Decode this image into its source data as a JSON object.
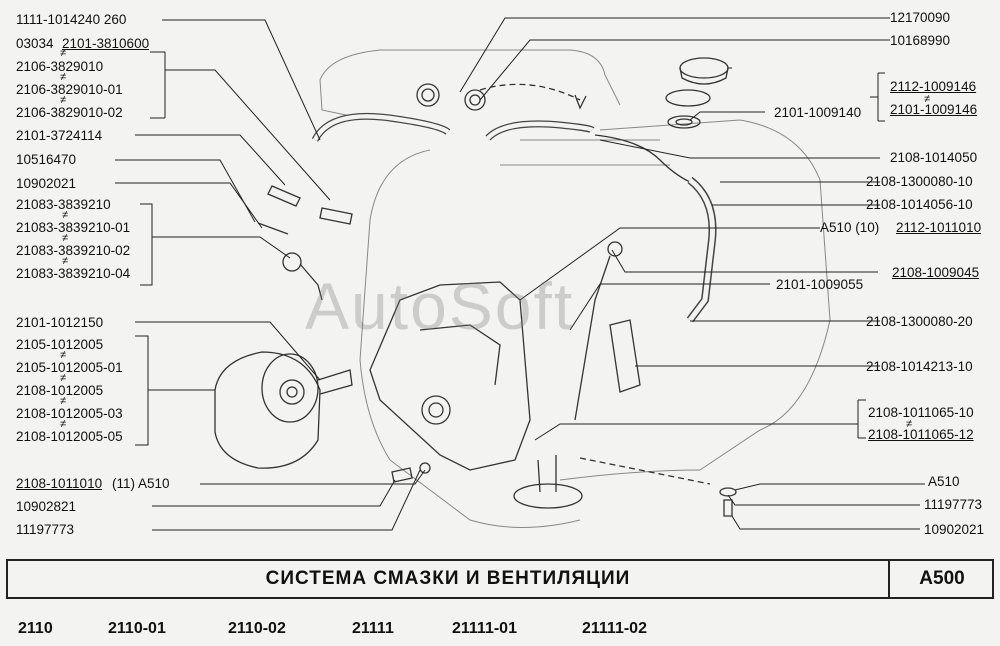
{
  "left_labels": [
    "1111-1014240  260",
    "03034",
    "2101-3810600",
    "2106-3829010",
    "2106-3829010-01",
    "2106-3829010-02",
    "2101-3724114",
    "10516470",
    "10902021",
    "21083-3839210",
    "21083-3839210-01",
    "21083-3839210-02",
    "21083-3839210-04",
    "2101-1012150",
    "2105-1012005",
    "2105-1012005-01",
    "2108-1012005",
    "2108-1012005-03",
    "2108-1012005-05",
    "2108-1011010",
    "(11)  A510",
    "10902821",
    "11197773"
  ],
  "right_labels": [
    "12170090",
    "10168990",
    "2112-1009146",
    "2101-1009140",
    "2101-1009146",
    "2108-1014050",
    "2108-1300080-10",
    "2108-1014056-10",
    "A510  (10)",
    "2112-1011010",
    "2108-1009045",
    "2101-1009055",
    "2108-1300080-20",
    "2108-1014213-10",
    "2108-1011065-10",
    "2108-1011065-12",
    "A510",
    "11197773",
    "10902021"
  ],
  "neq_symbol": "≠",
  "watermark": "AutoSoft",
  "title": "СИСТЕМА  СМАЗКИ  И  ВЕНТИЛЯЦИИ",
  "section_code": "A500",
  "models": [
    "2110",
    "2110-01",
    "2110-02",
    "21111",
    "21111-01",
    "21111-02"
  ]
}
